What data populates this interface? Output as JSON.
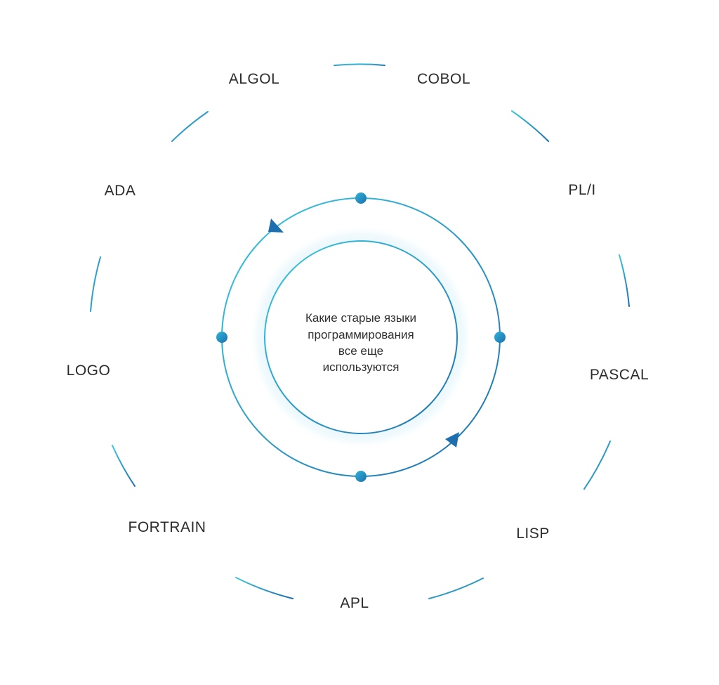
{
  "center": {
    "lines": [
      "Какие старые языки",
      "программирования",
      "все еще",
      "используются"
    ]
  },
  "languages": [
    {
      "label": "ALGOL"
    },
    {
      "label": "COBOL"
    },
    {
      "label": "PL/I"
    },
    {
      "label": "PASCAL"
    },
    {
      "label": "LISP"
    },
    {
      "label": "APL"
    },
    {
      "label": "FORTRAIN"
    },
    {
      "label": "LOGO"
    },
    {
      "label": "ADA"
    }
  ],
  "colors": {
    "accent_light": "#3cc8df",
    "accent_dark": "#1d6fae",
    "glow": "#d8f1fb",
    "text": "#2b2b2b"
  }
}
